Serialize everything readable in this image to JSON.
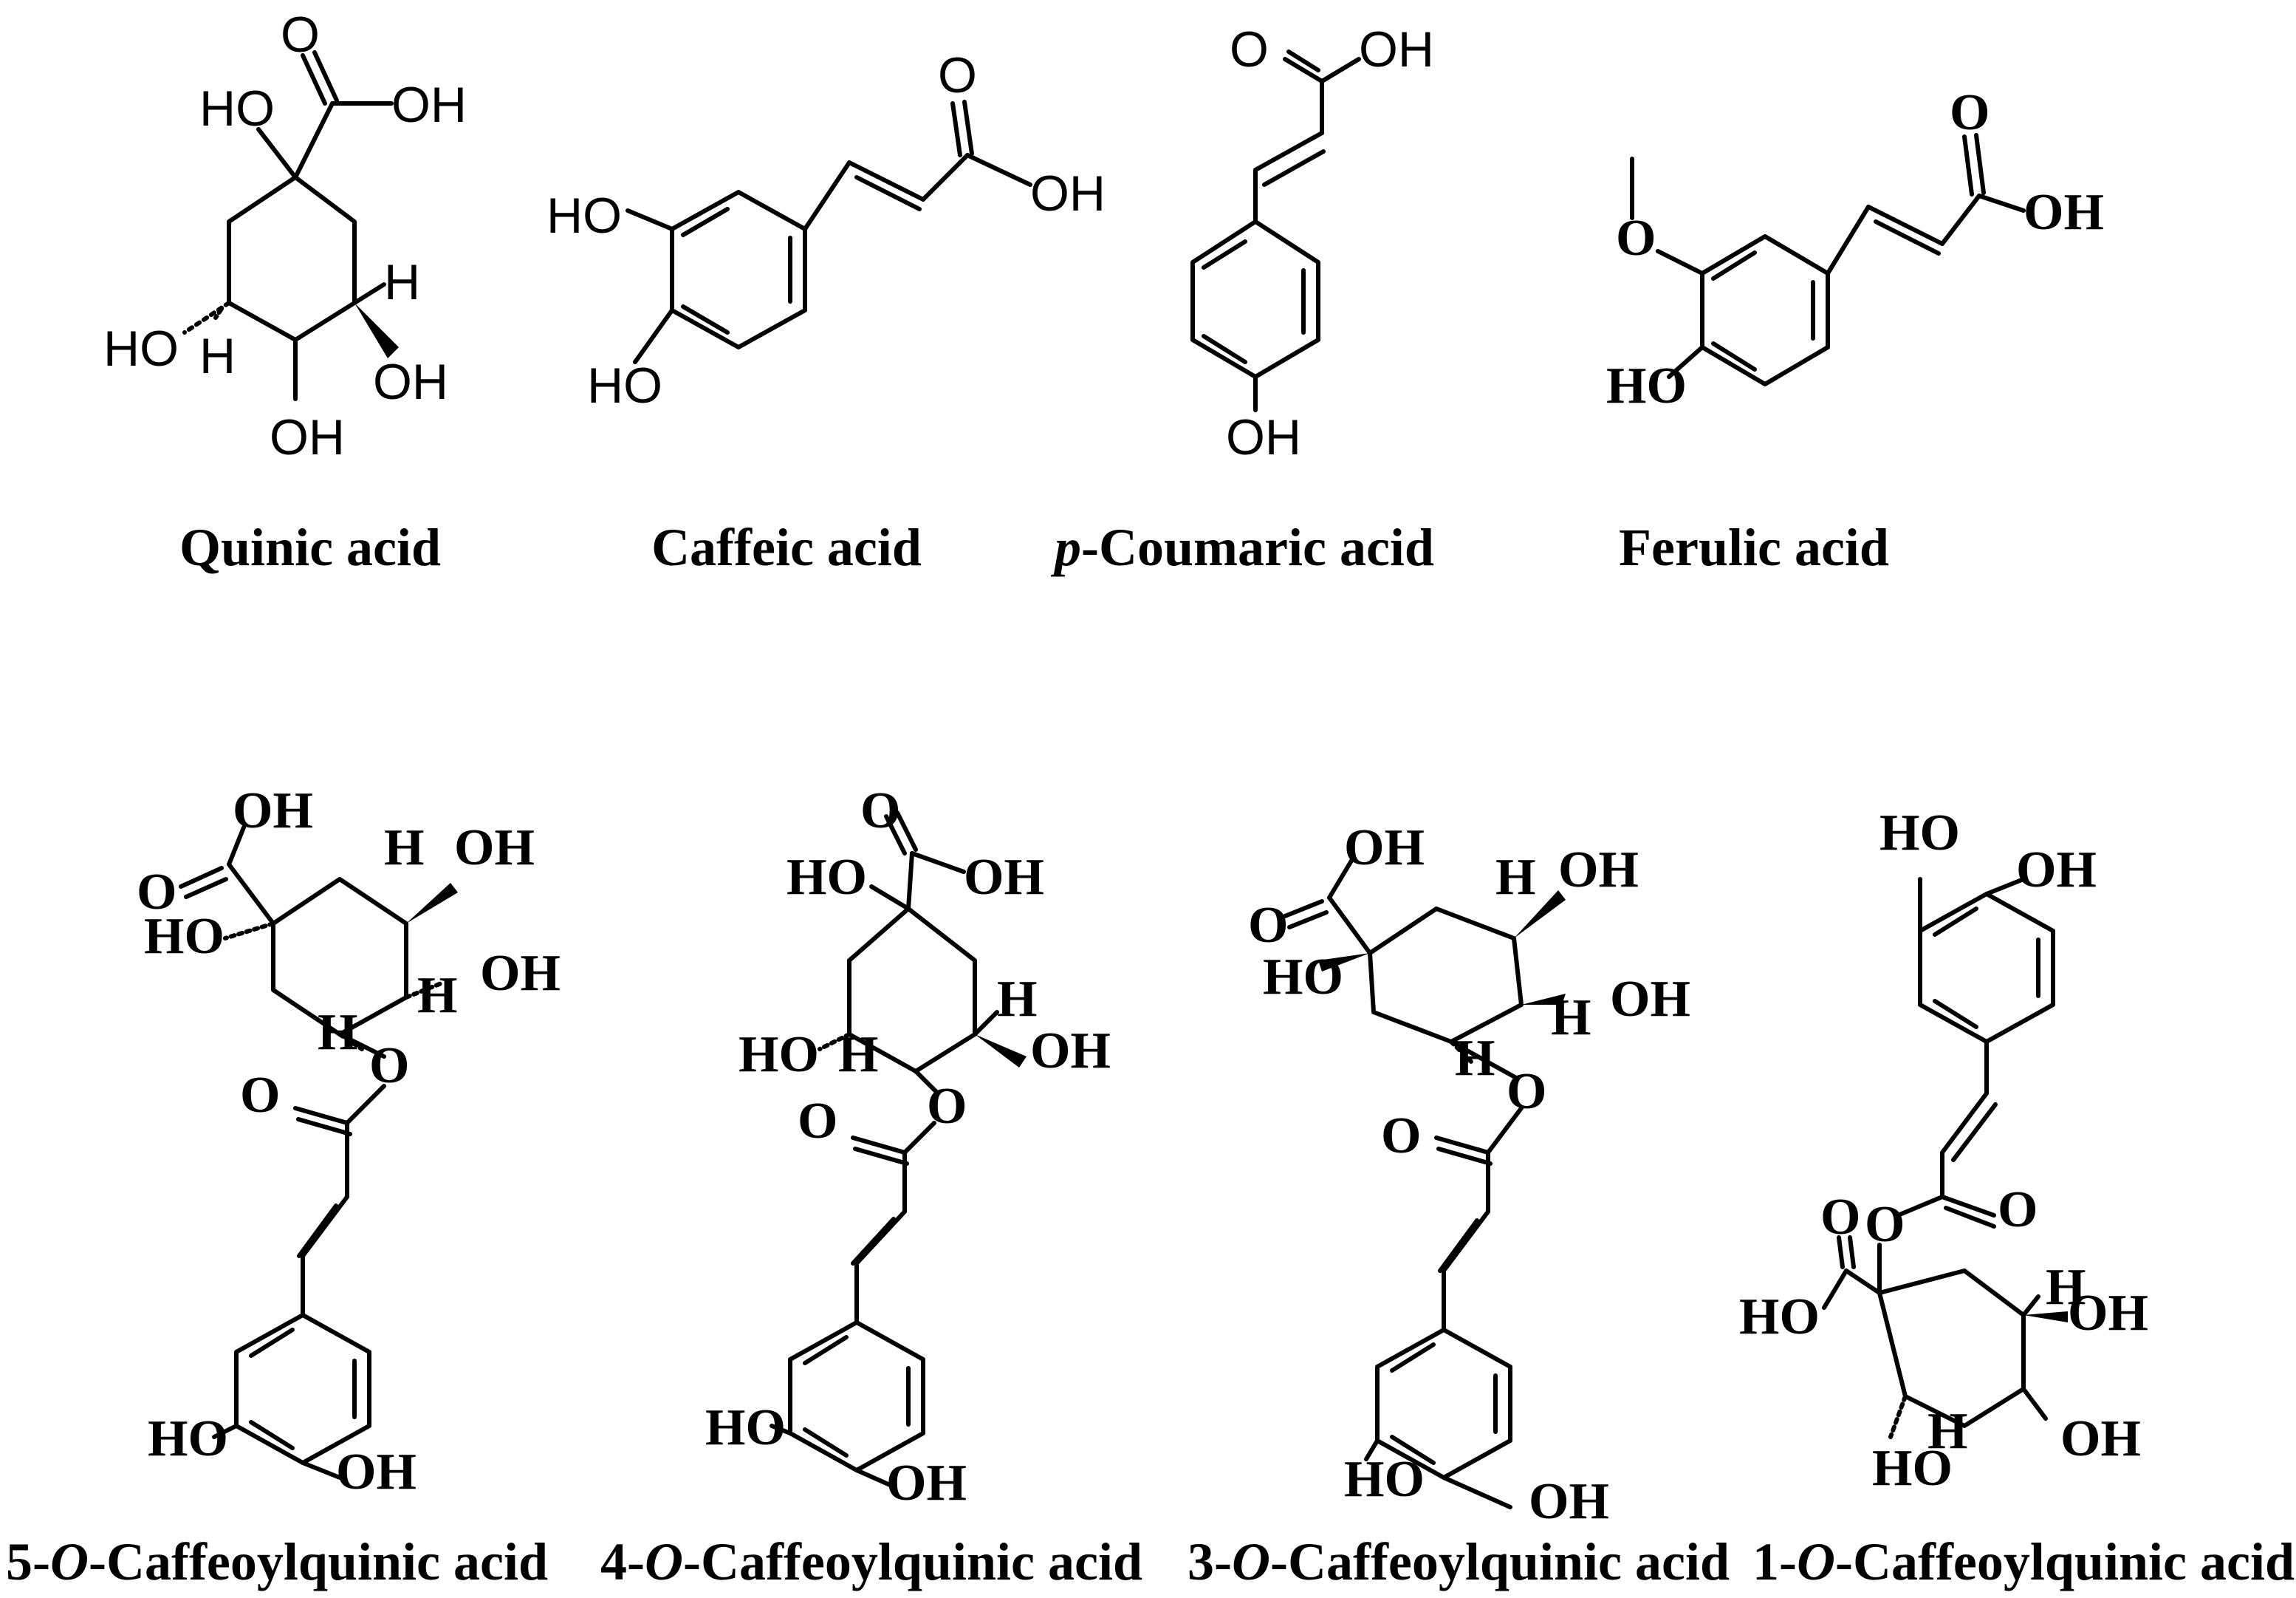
{
  "compounds": [
    {
      "id": "quinic",
      "name": "Quinic acid"
    },
    {
      "id": "caffeic",
      "name": "Caffeic acid"
    },
    {
      "id": "coumaric",
      "name_prefix": "p",
      "name_rest": "-Coumaric acid"
    },
    {
      "id": "ferulic",
      "name": "Ferulic acid"
    },
    {
      "id": "cqa5",
      "name_lead": "5-",
      "name_italic": "O",
      "name_rest": "-Caffeoylquinic acid"
    },
    {
      "id": "cqa4",
      "name_lead": "4-",
      "name_italic": "O",
      "name_rest": "-Caffeoylquinic acid"
    },
    {
      "id": "cqa3",
      "name_lead": "3-",
      "name_italic": "O",
      "name_rest": "-Caffeoylquinic acid"
    },
    {
      "id": "cqa1",
      "name_lead": "1-",
      "name_italic": "O",
      "name_rest": "-Caffeoylquinic acid"
    }
  ],
  "atom_labels": {
    "O": "O",
    "OH": "OH",
    "HO": "HO",
    "H": "H",
    "methoxy_O": "O"
  }
}
